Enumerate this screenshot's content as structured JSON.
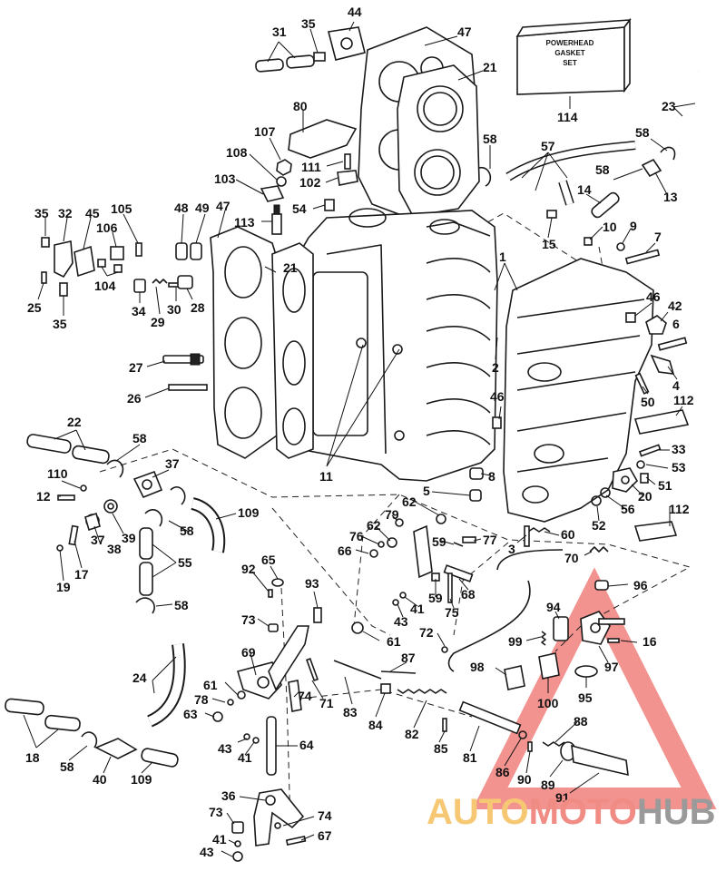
{
  "diagram": {
    "gasket_box_lines": [
      "POWERHEAD",
      "GASKET",
      "SET"
    ],
    "callouts": {
      "n31": "31",
      "n35a": "35",
      "n44": "44",
      "n47a": "47",
      "n21a": "21",
      "n80": "80",
      "n107": "107",
      "n108": "108",
      "n111": "111",
      "n102": "102",
      "n103": "103",
      "n54": "54",
      "n113": "113",
      "n114": "114",
      "n23": "23",
      "n58a": "58",
      "n57": "57",
      "n58b": "58",
      "n58c": "58",
      "n14": "14",
      "n13": "13",
      "n10": "10",
      "n15": "15",
      "n9": "9",
      "n7": "7",
      "n35b": "35",
      "n32": "32",
      "n45": "45",
      "n105": "105",
      "n106": "106",
      "n48": "48",
      "n49": "49",
      "n47b": "47",
      "n21b": "21",
      "n104": "104",
      "n25": "25",
      "n34": "34",
      "n29": "29",
      "n30": "30",
      "n28": "28",
      "n35c": "35",
      "n1": "1",
      "n46a": "46",
      "n42": "42",
      "n6": "6",
      "n27": "27",
      "n2": "2",
      "n4": "4",
      "n26": "26",
      "n46b": "46",
      "n50": "50",
      "n112a": "112",
      "n22": "22",
      "n58d": "58",
      "n11": "11",
      "n110": "110",
      "n37a": "37",
      "n33": "33",
      "n53": "53",
      "n51": "51",
      "n8": "8",
      "n5": "5",
      "n20": "20",
      "n12": "12",
      "n62a": "62",
      "n56": "56",
      "n52": "52",
      "n112b": "112",
      "n79": "79",
      "n62b": "62",
      "n109a": "109",
      "n60": "60",
      "n76": "76",
      "n37b": "37",
      "n38": "38",
      "n39": "39",
      "n58e": "58",
      "n3": "3",
      "n59a": "59",
      "n77": "77",
      "n66": "66",
      "n17": "17",
      "n55": "55",
      "n70": "70",
      "n19": "19",
      "n65": "65",
      "n92": "92",
      "n93": "93",
      "n96": "96",
      "n68": "68",
      "n41a": "41",
      "n59b": "59",
      "n58f": "58",
      "n43a": "43",
      "n75": "75",
      "n73a": "73",
      "n94": "94",
      "n72": "72",
      "n61a": "61",
      "n99": "99",
      "n16": "16",
      "n69": "69",
      "n87": "87",
      "n97": "97",
      "n98": "98",
      "n24": "24",
      "n61b": "61",
      "n74a": "74",
      "n71": "71",
      "n78": "78",
      "n63": "63",
      "n100": "100",
      "n95": "95",
      "n83": "83",
      "n84": "84",
      "n82": "82",
      "n88": "88",
      "n18": "18",
      "n43b": "43",
      "n64": "64",
      "n41b": "41",
      "n85": "85",
      "n81": "81",
      "n86": "86",
      "n90": "90",
      "n89": "89",
      "n58g": "58",
      "n40": "40",
      "n109b": "109",
      "n91": "91",
      "n36": "36",
      "n74b": "74",
      "n73b": "73",
      "n67": "67",
      "n41c": "41",
      "n43c": "43"
    }
  },
  "watermark": {
    "part1": "AUTO",
    "part2": "MOTO",
    "part3": "HUB",
    "color1": "#f7c873",
    "color2": "#f08c84",
    "color3": "#9a9a9a",
    "triangle_color": "#ee6f6a"
  }
}
